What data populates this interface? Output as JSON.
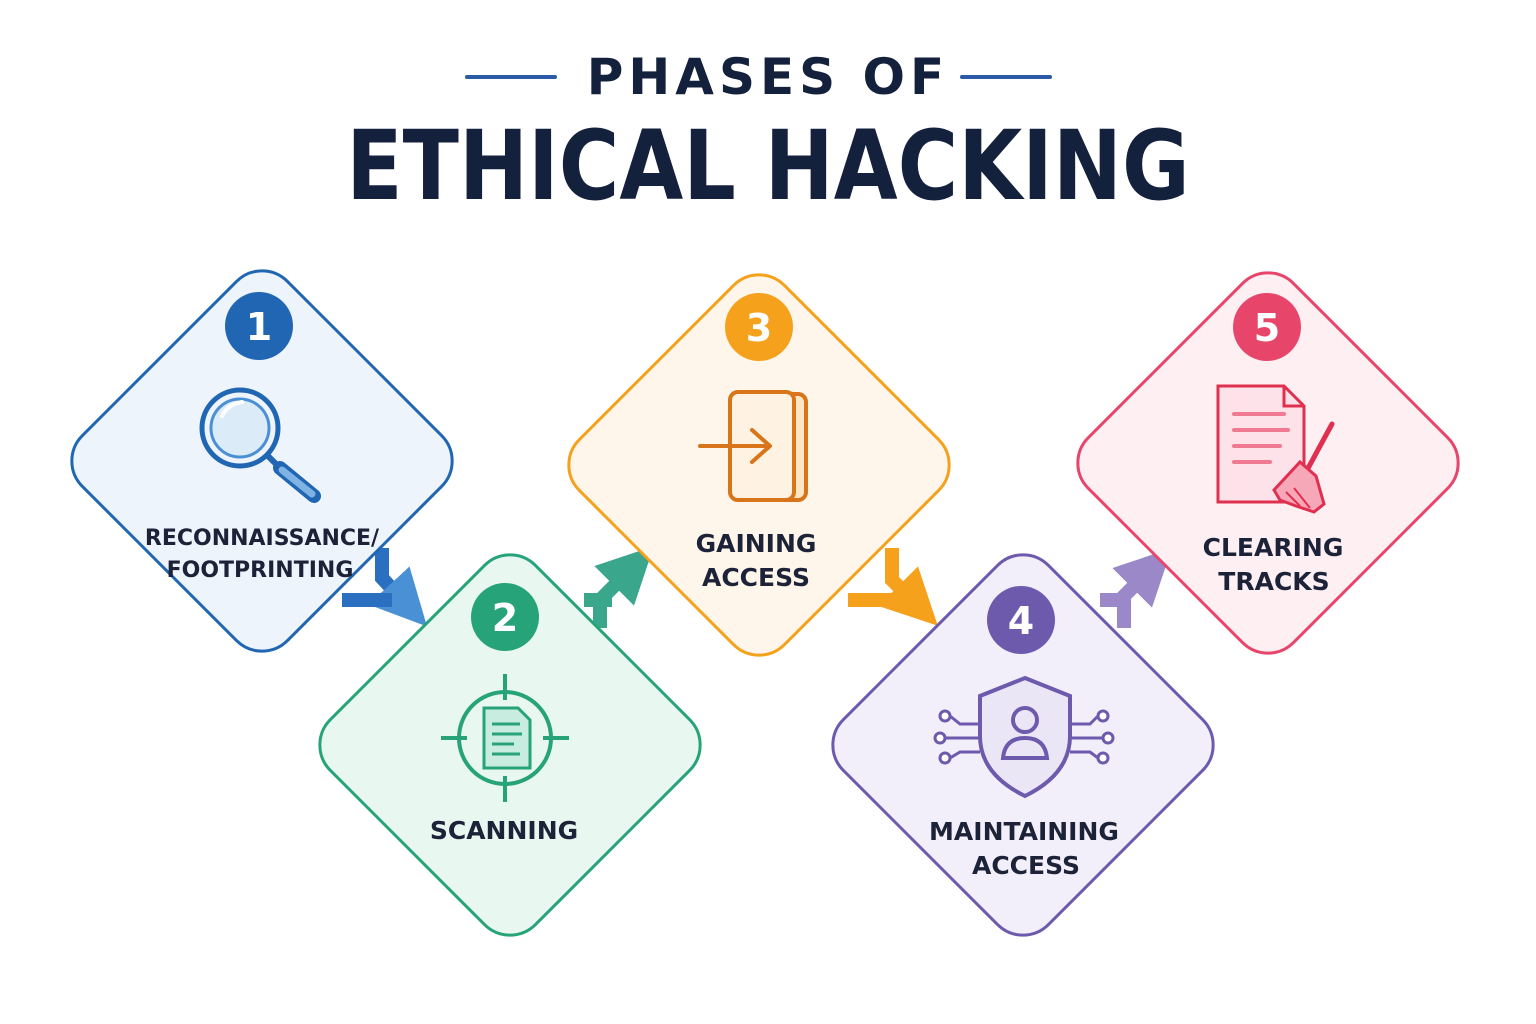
{
  "title": {
    "top": "PHASES OF",
    "main": "ETHICAL HACKING"
  },
  "colors": {
    "heading": "#14213d",
    "rule": "#2b5aa6"
  },
  "phases": [
    {
      "number": "1",
      "label_lines": [
        "RECONNAISSANCE/",
        "FOOTPRINTING"
      ],
      "icon": "magnifier-icon",
      "color": "#2166b3",
      "fill": "#eef4fb"
    },
    {
      "number": "2",
      "label_lines": [
        "SCANNING"
      ],
      "icon": "target-document-icon",
      "color": "#27a37a",
      "fill": "#e9f7f1"
    },
    {
      "number": "3",
      "label_lines": [
        "GAINING",
        "ACCESS"
      ],
      "icon": "enter-door-icon",
      "color": "#f5a11b",
      "fill": "#fef6ea"
    },
    {
      "number": "4",
      "label_lines": [
        "MAINTAINING",
        "ACCESS"
      ],
      "icon": "shield-user-icon",
      "color": "#6e5aad",
      "fill": "#f2effa"
    },
    {
      "number": "5",
      "label_lines": [
        "CLEARING",
        "TRACKS"
      ],
      "icon": "document-broom-icon",
      "color": "#e8456b",
      "fill": "#fdeff2"
    }
  ]
}
